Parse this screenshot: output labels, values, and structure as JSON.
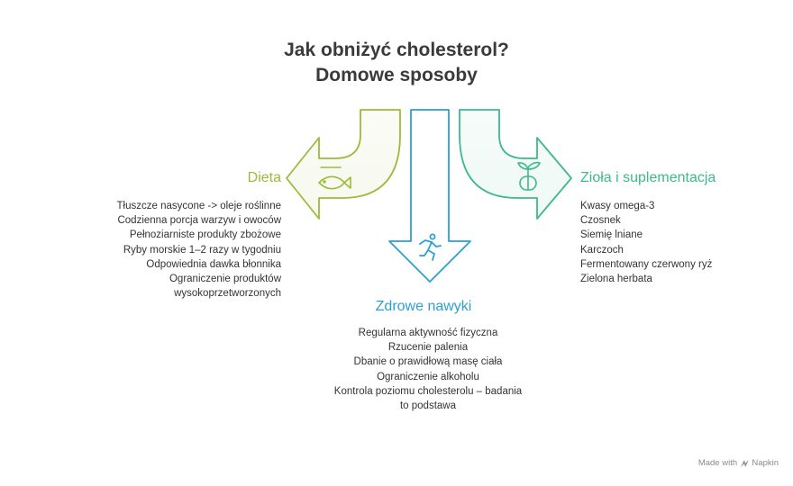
{
  "title": {
    "line1": "Jak obniżyć cholesterol?",
    "line2": "Domowe sposoby"
  },
  "colors": {
    "dieta": "#9bbb3a",
    "zdrowe": "#2d9fd3",
    "ziola": "#3fb98b"
  },
  "branches": {
    "dieta": {
      "heading": "Dieta",
      "icon": "fish-icon",
      "items": [
        "Tłuszcze nasycone -> oleje roślinne",
        "Codzienna porcja warzyw i owoców",
        "Pełnoziarniste produkty zbożowe",
        "Ryby morskie 1–2 razy w tygodniu",
        "Odpowiednia dawka błonnika",
        "Ograniczenie produktów",
        "wysokoprzetworzonych"
      ]
    },
    "zdrowe": {
      "heading": "Zdrowe nawyki",
      "icon": "running-person-icon",
      "items": [
        "Regularna aktywność fizyczna",
        "Rzucenie palenia",
        "Dbanie o prawidłową masę ciała",
        "Ograniczenie alkoholu",
        "Kontrola poziomu cholesterolu – badania",
        "to podstawa"
      ]
    },
    "ziola": {
      "heading": "Zioła i suplementacja",
      "icon": "herb-capsule-icon",
      "items": [
        "Kwasy omega-3",
        "Czosnek",
        "Siemię lniane",
        "Karczoch",
        "Fermentowany czerwony ryż",
        "Zielona herbata"
      ]
    }
  },
  "footer": {
    "made_with": "Made with",
    "brand": "Napkin"
  }
}
